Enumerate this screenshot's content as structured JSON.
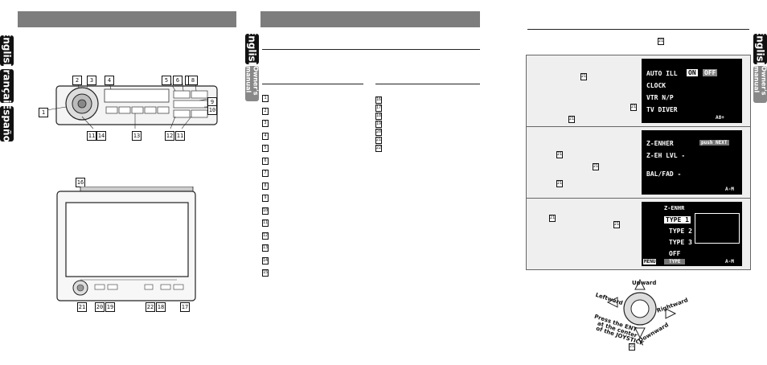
{
  "languages": {
    "english": "English",
    "francais": "Français",
    "espanol": "Español",
    "owners_manual": "Owner's manual"
  },
  "unit_callouts": [
    "2",
    "3",
    "4",
    "5",
    "6",
    "7",
    "8",
    "9",
    "10",
    "1",
    "11",
    "14",
    "13",
    "12",
    "11"
  ],
  "monitor_callouts": [
    "16",
    "21",
    "20",
    "19",
    "22",
    "18",
    "17"
  ],
  "index_left": [
    "1",
    "2",
    "3",
    "4",
    "5",
    "6",
    "7",
    "8",
    "9",
    "10",
    "11",
    "12",
    "13",
    "14",
    "15"
  ],
  "index_right": [
    "16",
    "17",
    "18",
    "19",
    "20",
    "21",
    "22"
  ],
  "screen_menu": {
    "items": [
      "AUTO   ILL",
      "CLOCK",
      "VTR N/P",
      "TV DIVER"
    ],
    "on": "ON",
    "off": "OFF",
    "corner": "A8+"
  },
  "screen_zenh": {
    "items": [
      "Z-ENHER",
      "Z-EH   LVL -",
      "BAL/FAD -"
    ],
    "push_next": "push NEXT",
    "corner": "A-M"
  },
  "screen_type": {
    "header": "Z-ENHR",
    "items": [
      "TYPE 1",
      "TYPE 2",
      "TYPE 3",
      "OFF"
    ],
    "menu": "MENU",
    "type_label": "TYPE",
    "corner": "A-M"
  },
  "joystick": {
    "upward": "Upward",
    "leftward": "Leftward",
    "rightward": "Rightward",
    "downward": "Downward",
    "press": "Press the ENT",
    "press2": "at the center",
    "press3": "of the JOYSTICK",
    "ref": "21"
  },
  "ref_marker": "21"
}
